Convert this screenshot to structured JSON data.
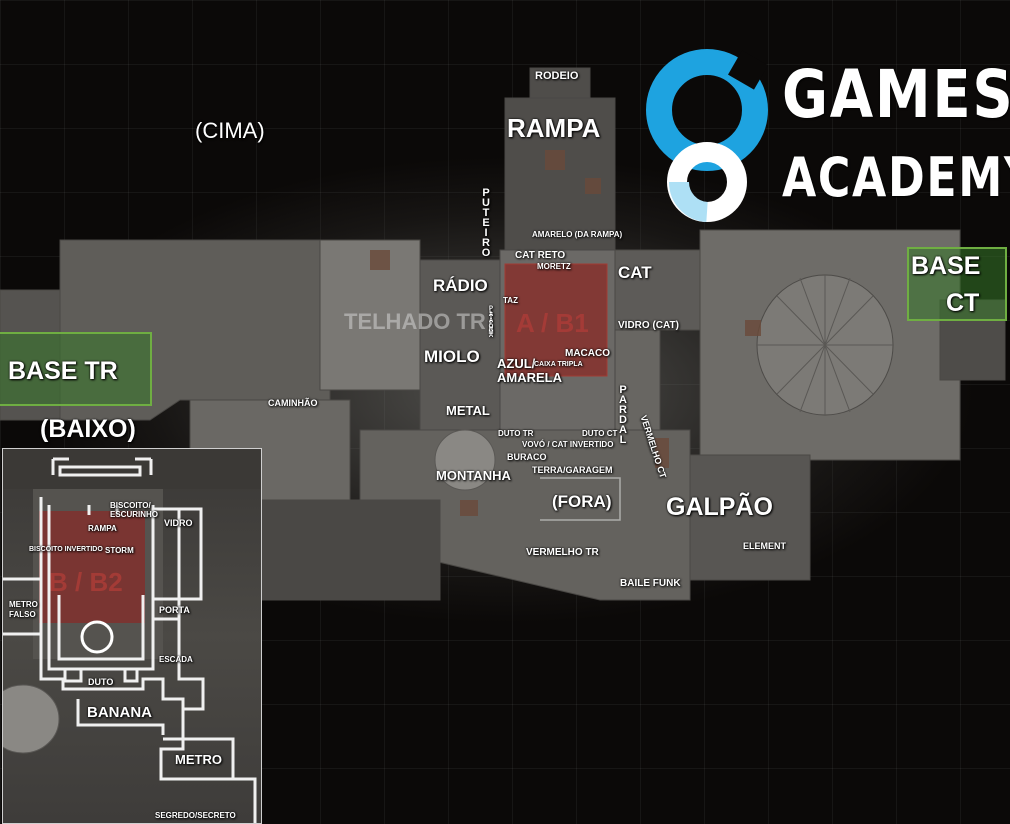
{
  "logo": {
    "brand_line1": "GAMES",
    "brand_line2": "ACADEMY"
  },
  "bases": {
    "tr": "BASE TR",
    "ct_line1": "BASE",
    "ct_line2": "CT"
  },
  "sites": {
    "a": "A / B1",
    "b": "B / B2"
  },
  "sections": {
    "upper": "(CIMA)",
    "lower": "(BAIXO)",
    "outside": "(FORA)"
  },
  "callouts": {
    "rodeio": "RODEIO",
    "rampa": "RAMPA",
    "amarelo_rampa": "AMARELO (DA RAMPA)",
    "puteiro": "PUTEIRO",
    "cat_reto": "CAT RETO",
    "moretz": "MORETZ",
    "cat": "CAT",
    "radio": "RÁDIO",
    "telhado_tr": "TELHADO TR",
    "taz": "TAZ",
    "plataforma": "PLATAFORMA",
    "vidro_cat": "VIDRO (CAT)",
    "miolo": "MIOLO",
    "azul": "AZUL/",
    "amarela": "AMARELA",
    "caixa_tripla": "CAIXA TRIPLA",
    "macaco": "MACACO",
    "pardal": "PARDAL",
    "caminhao": "CAMINHÃO",
    "metal": "METAL",
    "duto_tr": "DUTO TR",
    "duto_ct": "DUTO CT",
    "vermelho_ct": "VERMELHO CT",
    "vovo": "VOVÓ / CAT INVERTIDO",
    "buraco": "BURACO",
    "montanha": "MONTANHA",
    "terra_garagem": "TERRA/GARAGEM",
    "galpao": "GALPÃO",
    "element": "ELEMENT",
    "vermelho_tr": "VERMELHO TR",
    "baile_funk": "BAILE FUNK"
  },
  "lower_callouts": {
    "biscoito": "BISCOITO/\nESCURINHO",
    "vidro": "VIDRO",
    "rampa": "RAMPA",
    "biscoito_invertido": "BISCOITO INVERTIDO",
    "storm": "STORM",
    "metro_falso": "METRO\nFALSO",
    "porta": "PORTA",
    "escada": "ESCADA",
    "duto": "DUTO",
    "banana": "BANANA",
    "metro": "METRO",
    "segredo": "SEGREDO/SECRETO"
  },
  "colors": {
    "base_fill": "#3f7a2a",
    "base_border": "#6fae42",
    "site_fill": "#8a2a26",
    "logo_blue": "#1ea3e0",
    "logo_light_blue": "#aee0f5"
  }
}
